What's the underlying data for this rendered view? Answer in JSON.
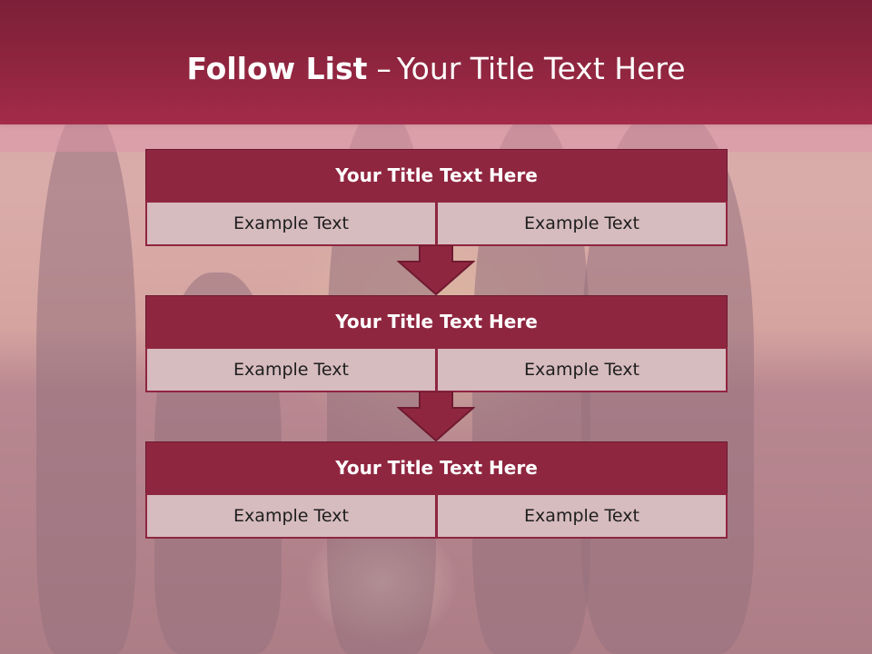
{
  "title": {
    "bold": "Follow List",
    "separator": "–",
    "text": "Your Title Text Here"
  },
  "blocks": [
    {
      "title": "Your Title Text Here",
      "left": "Example Text",
      "right": "Example Text"
    },
    {
      "title": "Your Title Text Here",
      "left": "Example Text",
      "right": "Example Text"
    },
    {
      "title": "Your Title Text Here",
      "left": "Example Text",
      "right": "Example Text"
    }
  ],
  "colors": {
    "header": "#922640",
    "block_title": "#8f2640",
    "cell": "#d6bbbf"
  }
}
